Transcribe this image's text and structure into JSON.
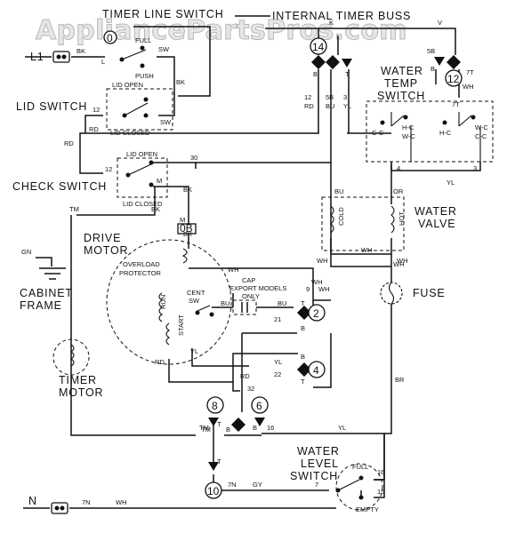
{
  "watermark": "AppliancePartsPros.com",
  "titles": {
    "timer_line_switch": "TIMER LINE SWITCH",
    "internal_timer_buss": "INTERNAL TIMER BUSS",
    "lid_switch": "LID SWITCH",
    "check_switch": "CHECK SWITCH",
    "water_temp_switch_1": "WATER",
    "water_temp_switch_2": "TEMP",
    "water_temp_switch_3": "SWITCH",
    "water_valve_1": "WATER",
    "water_valve_2": "VALVE",
    "drive_motor_1": "DRIVE",
    "drive_motor_2": "MOTOR",
    "cabinet_frame_1": "CABINET",
    "cabinet_frame_2": "FRAME",
    "timer_motor_1": "TIMER",
    "timer_motor_2": "MOTOR",
    "fuse": "FUSE",
    "water_level_switch_1": "WATER",
    "water_level_switch_2": "LEVEL",
    "water_level_switch_3": "SWITCH"
  },
  "terminals": {
    "L1": "L1",
    "N": "N",
    "t0": "0",
    "t0B": "0B",
    "t2": "2",
    "t4": "4",
    "t6": "6",
    "t8": "8",
    "t10": "10",
    "t12": "12",
    "t14": "14"
  },
  "labels": {
    "full": "FULL",
    "push": "PUSH",
    "empty": "EMPTY",
    "lid_open": "LID OPEN",
    "lid_closed": "LID CLOSED",
    "overload_protector_1": "OVERLOAD",
    "overload_protector_2": "PROTECTOR",
    "cent": "CENT",
    "sw": "SW",
    "run": "RUN",
    "start": "START",
    "cap": "CAP",
    "export_models": "EXPORT MODELS",
    "only": "ONLY",
    "cold": "COLD",
    "hot": "HOT",
    "c_c": "C-C",
    "h_c": "H-C",
    "w_c": "W-C"
  },
  "wire_codes": {
    "bk": "BK",
    "rd": "RD",
    "wh": "WH",
    "bu": "BU",
    "yl": "YL",
    "gy": "GY",
    "br": "BR",
    "or": "OR",
    "gn": "GN",
    "tm": "TM",
    "sw": "SW",
    "m": "M",
    "l": "L",
    "k": "K",
    "v": "V",
    "b": "B",
    "t": "T",
    "w12": "12",
    "w30": "30",
    "w9": "9",
    "w21": "21",
    "w22": "22",
    "w32": "32",
    "w16": "16",
    "w15": "15",
    "w7": "7",
    "w7n": "7N",
    "w7t": "7T",
    "w5b": "5B",
    "w3": "3",
    "w4": "4"
  }
}
